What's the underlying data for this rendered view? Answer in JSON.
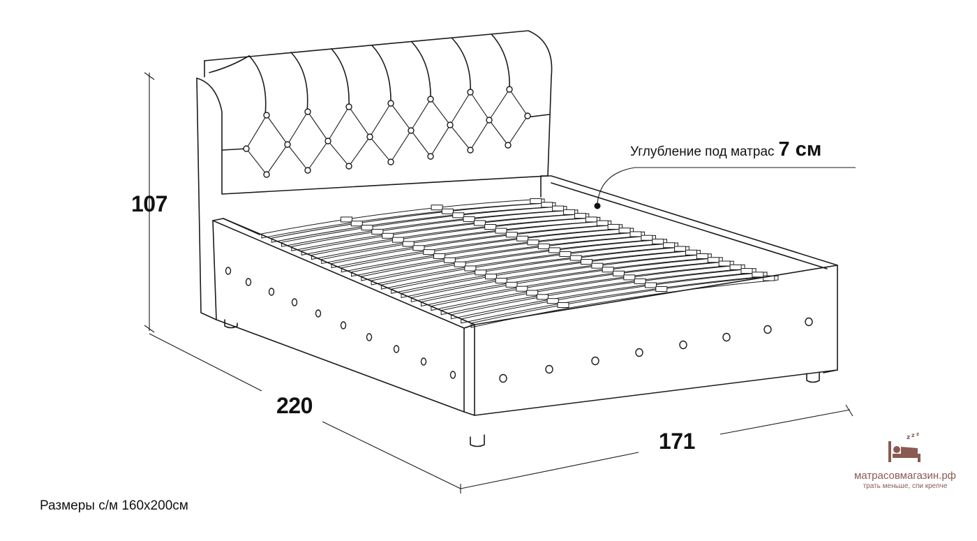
{
  "dimensions": {
    "height": "107",
    "length": "220",
    "width": "171"
  },
  "callout": {
    "text": "Углубление под матрас",
    "value": "7 см"
  },
  "caption": "Размеры с/м 160х200см",
  "brand": {
    "name": "матрасовмагазин.рф",
    "tagline": "трать меньше, спи крепче",
    "color": "#8a5a52",
    "icon": "sleeping-bed-icon"
  }
}
